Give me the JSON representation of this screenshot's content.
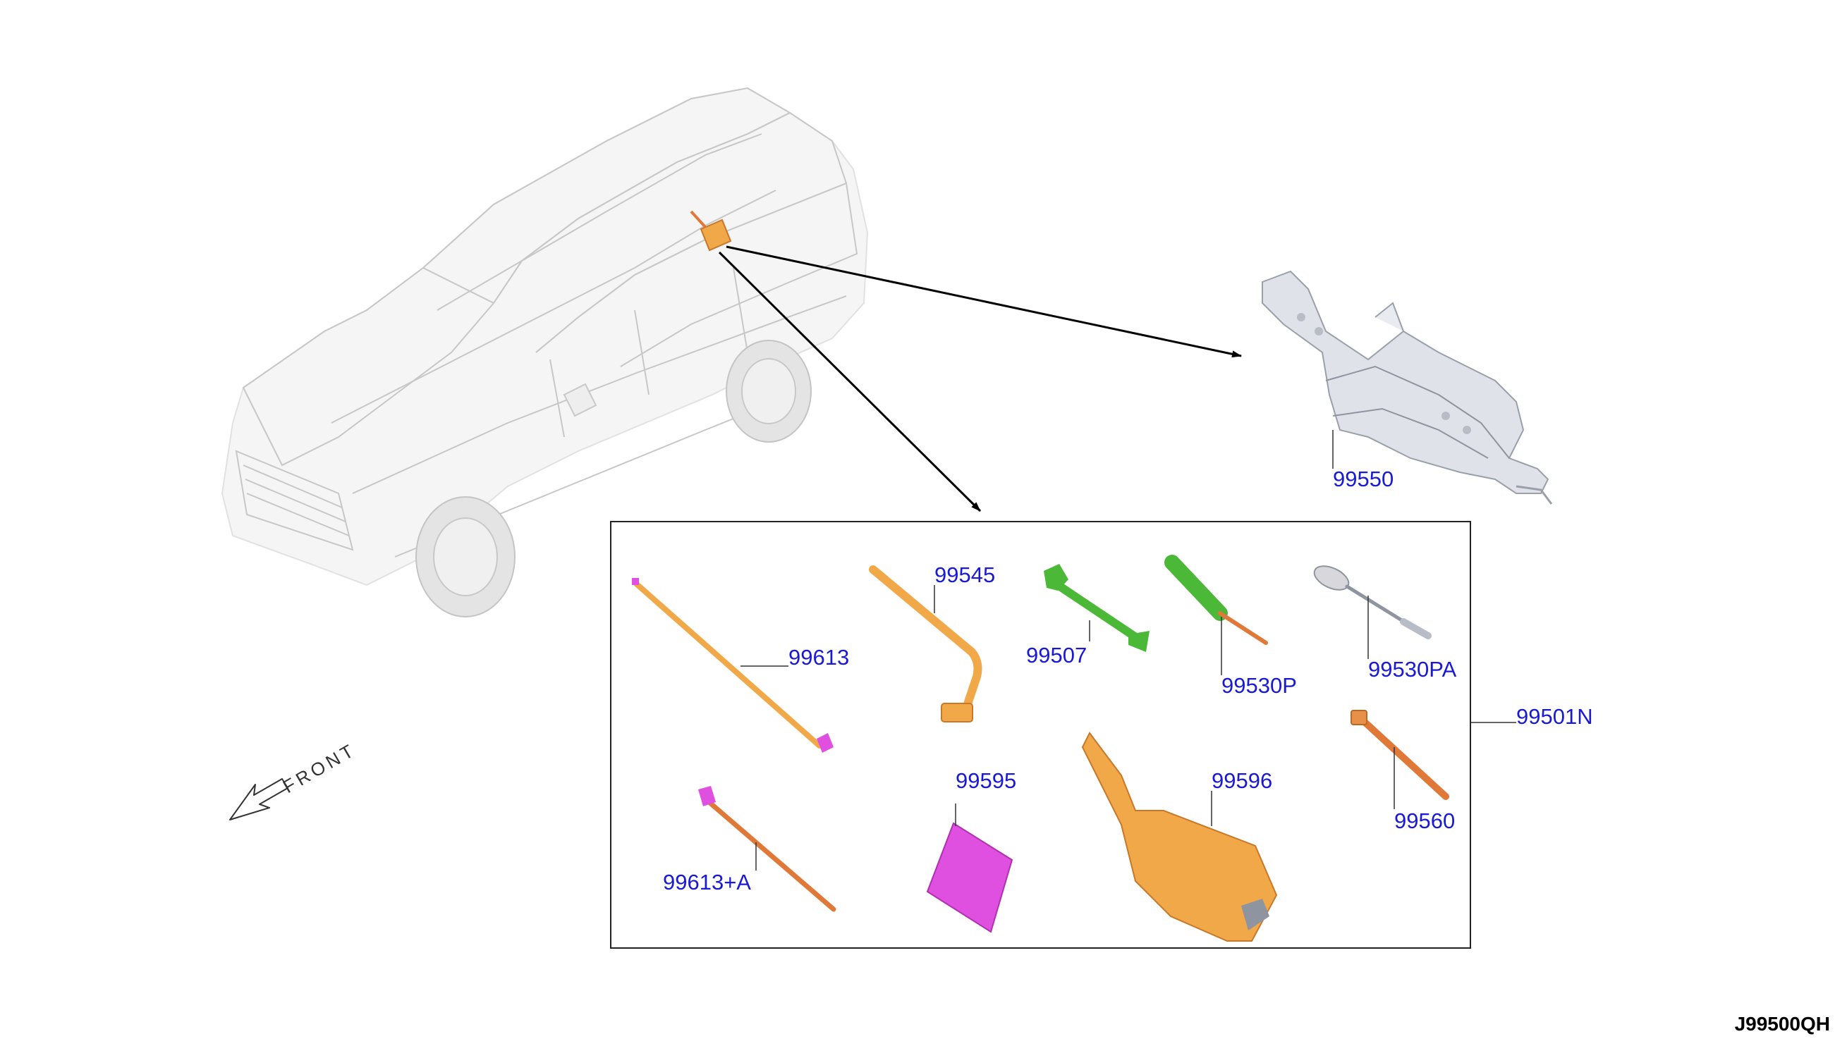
{
  "diagram": {
    "front_label": "FRONT",
    "drawing_code": "J99500QH",
    "parts": {
      "jack": "99550",
      "kit": "99501N",
      "rod_long": "99613",
      "rod_short": "99613+A",
      "lug_wrench": "99545",
      "spanner": "99507",
      "screwdriver": "99530P",
      "screwdriver_tip": "99530PA",
      "bag_small": "99595",
      "bag_large": "99596",
      "socket_bar": "99560"
    },
    "colors": {
      "label": "#1a1ad6",
      "orange": "#f0a848",
      "orange_dark": "#e07838",
      "magenta": "#e050e0",
      "green": "#4cb838",
      "jack_grey": "#dfe2e8"
    }
  }
}
